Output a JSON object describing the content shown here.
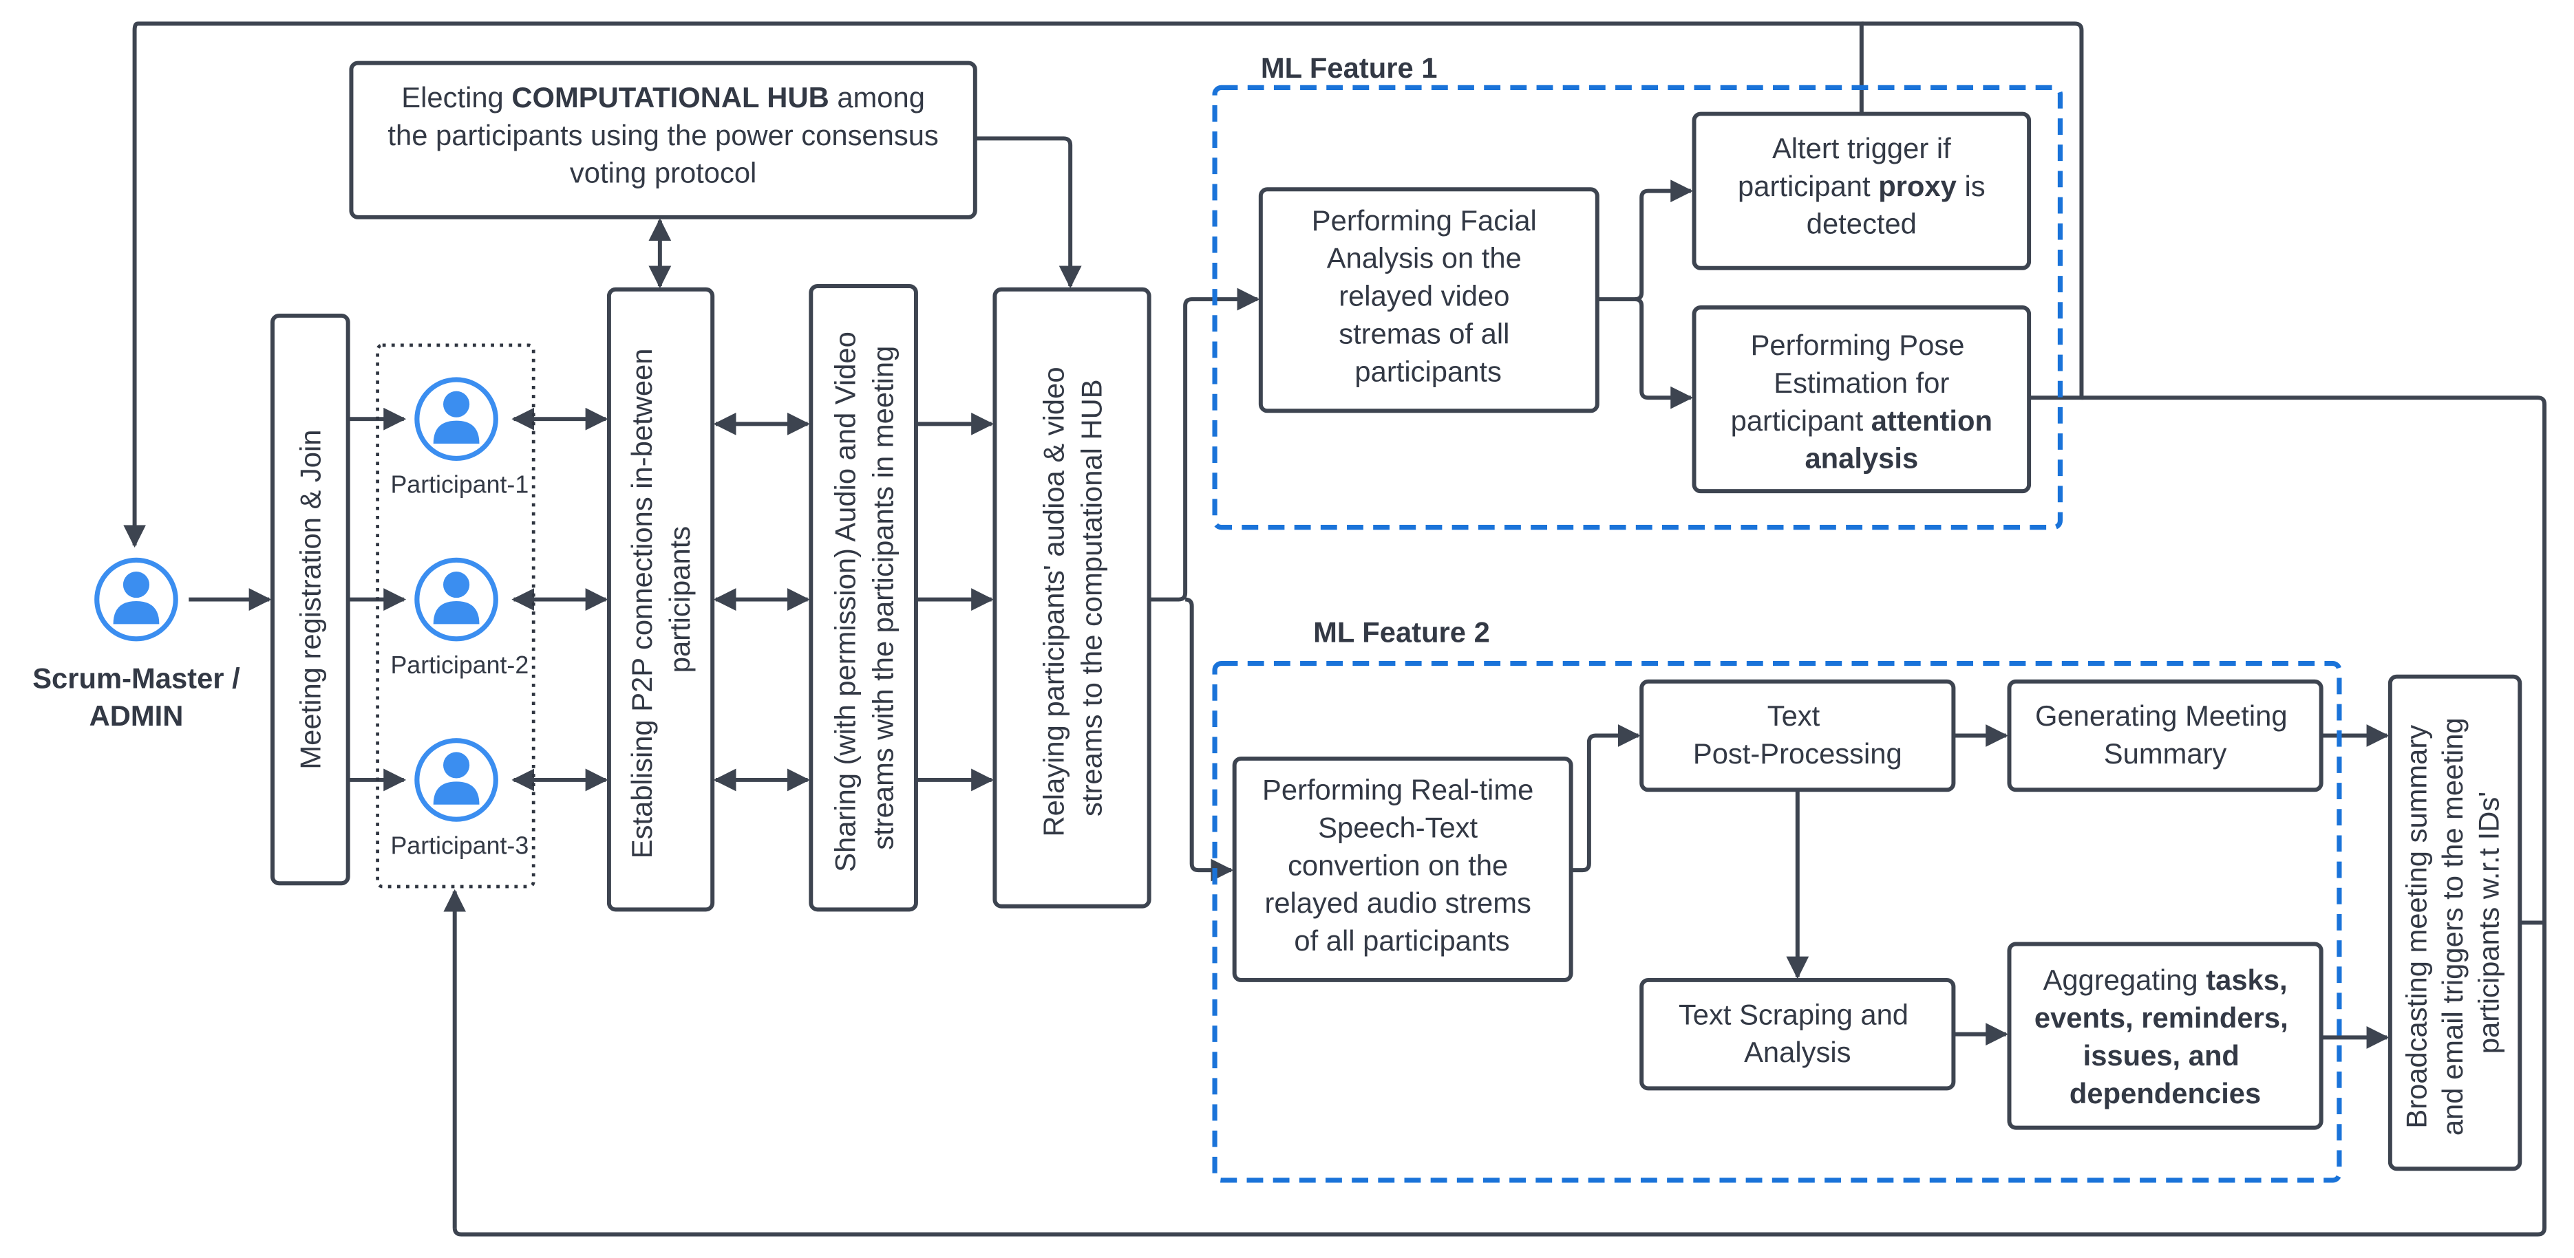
{
  "admin": {
    "label_lines": [
      "Scrum-Master /",
      "ADMIN"
    ],
    "icon": "person-icon"
  },
  "participants": [
    {
      "label": "Participant-1",
      "icon": "person-icon"
    },
    {
      "label": "Participant-2",
      "icon": "person-icon"
    },
    {
      "label": "Participant-3",
      "icon": "person-icon"
    }
  ],
  "registration": {
    "lines": [
      "Meeting registration & Join"
    ]
  },
  "hub": {
    "line1_pre": "Electing ",
    "line1_bold": "COMPUTATIONAL HUB",
    "line1_post": " among",
    "line2": "the participants using the power consensus",
    "line3": "voting protocol"
  },
  "p2p": {
    "lines": [
      "Establising P2P connections in-between",
      "participants"
    ]
  },
  "sharing": {
    "lines": [
      "Sharing (with permission) Audio and Video",
      "streams with the participants in meeting"
    ]
  },
  "relaying": {
    "lines": [
      "Relaying participants' audioa & video",
      "streams to the computational HUB"
    ]
  },
  "ml1": {
    "title": "ML Feature 1",
    "facial": {
      "lines": [
        "Performing Facial",
        "Analysis on the",
        "relayed video",
        "stremas of all",
        "participants"
      ]
    },
    "alert": {
      "line1": "Altert trigger if",
      "line2_pre": "participant ",
      "line2_bold": "proxy",
      "line2_post": " is",
      "line3": "detected"
    },
    "pose": {
      "line1": "Performing Pose",
      "line2": "Estimation for",
      "line3_pre": "participant ",
      "line3_bold": "attention",
      "line4_bold": "analysis"
    }
  },
  "ml2": {
    "title": "ML Feature 2",
    "speech": {
      "lines": [
        "Performing Real-time",
        "Speech-Text",
        "convertion on the",
        "relayed audio strems",
        "of all participants"
      ]
    },
    "postproc": {
      "lines": [
        "Text",
        "Post-Processing"
      ]
    },
    "summary": {
      "lines": [
        "Generating Meeting",
        "Summary"
      ]
    },
    "scraping": {
      "lines": [
        "Text Scraping and",
        "Analysis"
      ]
    },
    "aggregating": {
      "line1_pre": "Aggregating ",
      "line1_bold": "tasks,",
      "bold_lines": [
        "events, reminders,",
        "issues, and",
        "dependencies"
      ]
    }
  },
  "broadcast": {
    "lines": [
      "Broadcasting meeting summary",
      "and email triggers to the meeting",
      "participants w.r.t IDs'"
    ]
  },
  "colors": {
    "ink": "#3d4450",
    "accent_blue": "#1a73d9",
    "icon_blue": "#3b8ef0"
  }
}
